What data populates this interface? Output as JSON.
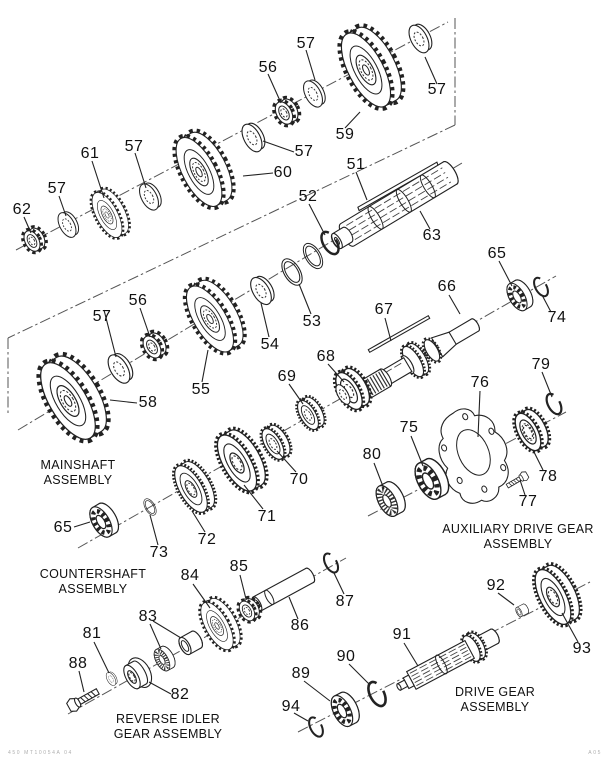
{
  "document": {
    "kind": "exploded parts diagram",
    "subject": "Transmission gear assemblies"
  },
  "assembly_labels": [
    {
      "id": "mainshaft",
      "line1": "MAINSHAFT",
      "line2": "ASSEMBLY"
    },
    {
      "id": "countershaft",
      "line1": "COUNTERSHAFT",
      "line2": "ASSEMBLY"
    },
    {
      "id": "auxiliary-drive-gear",
      "line1": "AUXILIARY DRIVE GEAR",
      "line2": "ASSEMBLY"
    },
    {
      "id": "reverse-idler-gear",
      "line1": "REVERSE IDLER",
      "line2": "GEAR ASSEMBLY"
    },
    {
      "id": "drive-gear",
      "line1": "DRIVE GEAR",
      "line2": "ASSEMBLY"
    }
  ],
  "callouts": [
    {
      "label": "57"
    },
    {
      "label": "56"
    },
    {
      "label": "57"
    },
    {
      "label": "59"
    },
    {
      "label": "60"
    },
    {
      "label": "57"
    },
    {
      "label": "61"
    },
    {
      "label": "57"
    },
    {
      "label": "57"
    },
    {
      "label": "62"
    },
    {
      "label": "51"
    },
    {
      "label": "52"
    },
    {
      "label": "63"
    },
    {
      "label": "53"
    },
    {
      "label": "54"
    },
    {
      "label": "55"
    },
    {
      "label": "57"
    },
    {
      "label": "56"
    },
    {
      "label": "58"
    },
    {
      "label": "65"
    },
    {
      "label": "66"
    },
    {
      "label": "67"
    },
    {
      "label": "74"
    },
    {
      "label": "68"
    },
    {
      "label": "69"
    },
    {
      "label": "79"
    },
    {
      "label": "76"
    },
    {
      "label": "75"
    },
    {
      "label": "80"
    },
    {
      "label": "70"
    },
    {
      "label": "78"
    },
    {
      "label": "77"
    },
    {
      "label": "71"
    },
    {
      "label": "72"
    },
    {
      "label": "73"
    },
    {
      "label": "65"
    },
    {
      "label": "84"
    },
    {
      "label": "85"
    },
    {
      "label": "87"
    },
    {
      "label": "83"
    },
    {
      "label": "86"
    },
    {
      "label": "81"
    },
    {
      "label": "88"
    },
    {
      "label": "82"
    },
    {
      "label": "91"
    },
    {
      "label": "90"
    },
    {
      "label": "89"
    },
    {
      "label": "92"
    },
    {
      "label": "93"
    },
    {
      "label": "94"
    }
  ],
  "footer": {
    "left": "450 MT10054A 04",
    "right": "A05"
  }
}
